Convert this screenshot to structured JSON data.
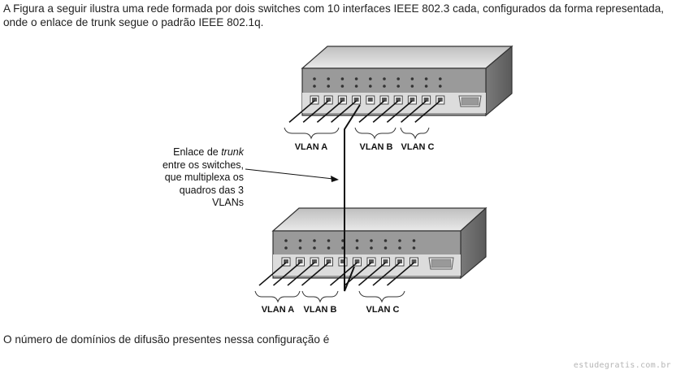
{
  "text": {
    "intro": "A Figura a seguir ilustra uma rede formada por dois switches com 10 interfaces IEEE 802.3 cada, configurados da forma representada, onde o enlace de trunk segue o padrão IEEE 802.1q.",
    "question": "O número de domínios de difusão presentes nessa configuração é",
    "watermark": "estudegratis.com.br"
  },
  "callout": {
    "prefix": "Enlace de ",
    "trunk_word": "trunk",
    "rest": "entre os switches,\nque multiplexa os\nquadros das 3\nVLANs"
  },
  "top_switch": {
    "vlan_labels": [
      "VLAN A",
      "VLAN B",
      "VLAN C"
    ]
  },
  "bottom_switch": {
    "vlan_labels": [
      "VLAN A",
      "VLAN B",
      "VLAN C"
    ]
  }
}
